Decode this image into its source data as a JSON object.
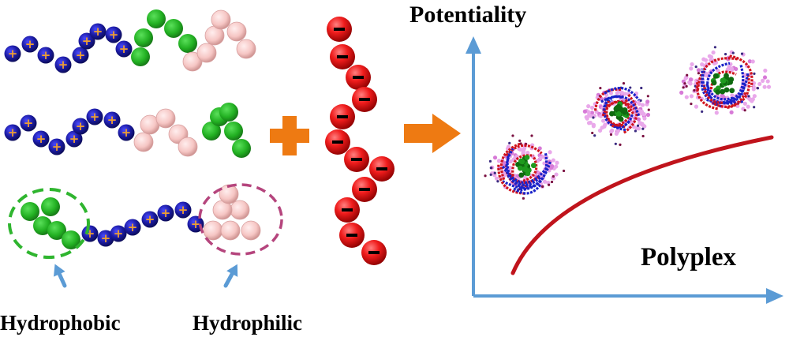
{
  "labels": {
    "hydrophobic": "Hydrophobic",
    "hydrophilic": "Hydrophilic",
    "potentiality": "Potentiality",
    "polyplex": "Polyplex"
  },
  "symbols": {
    "cationic": "+",
    "anionic": "−",
    "combine": "+"
  },
  "colors": {
    "cationic": "#1a1aa0",
    "cationic_sign": "#f0a030",
    "hydrophobic": "#22b022",
    "hydrophilic": "#f6c6c4",
    "anionic": "#e01010",
    "arrow_orange": "#ee7a12",
    "axis_blue": "#5b9bd5",
    "curve": "#c0141c",
    "hydrophobic_ring": "#2fb52f",
    "hydrophilic_ring": "#b5457d"
  },
  "icons": {
    "plus": "plus-icon",
    "arrow": "arrow-right-icon",
    "pointer": "arrow-up-icon"
  }
}
